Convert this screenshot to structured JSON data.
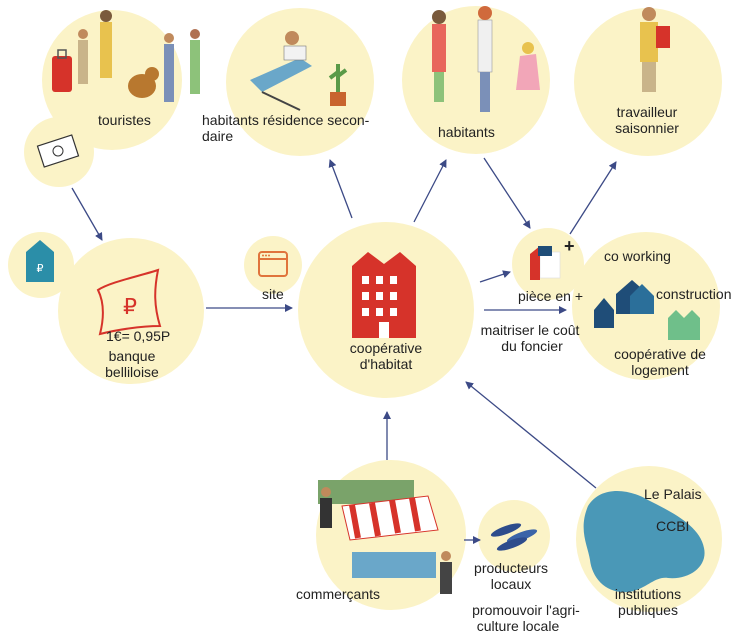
{
  "colors": {
    "circle": "#fbf3c7",
    "arrow": "#3c4a86",
    "cooperative_red": "#d6332a",
    "map_blue": "#4a98b7",
    "house_teal": "#2b8ea8",
    "house_navy": "#1f4d78",
    "house_green": "#6fbf8a",
    "site_orange": "#e0743c"
  },
  "nodes": {
    "touristes": "touristes",
    "residence_line1": "habitants résidence secon-",
    "residence_line2": "daire",
    "habitants": "habitants",
    "travailleur_line1": "travailleur",
    "travailleur_line2": "saisonnier",
    "banque_rate": "1€= 0,95P",
    "banque_line1": "banque",
    "banque_line2": "belliloise",
    "site": "site",
    "coop_line1": "coopérative",
    "coop_line2": "d'habitat",
    "maitriser_line1": "maitriser le coût",
    "maitriser_line2": "du foncier",
    "piece": "pièce en +",
    "plus": "+",
    "coworking": "co working",
    "construction": "construction",
    "coop_logement_line1": "coopérative de",
    "coop_logement_line2": "logement",
    "commercants": "commerçants",
    "producteurs_line1": "producteurs",
    "producteurs_line2": "locaux",
    "promouvoir_line1": "promouvoir l'agri-",
    "promouvoir_line2": "culture locale",
    "le_palais": "Le Palais",
    "ccbi": "CCBI",
    "institutions_line1": "institutions",
    "institutions_line2": "publiques"
  },
  "icons": [
    "euro-note-icon",
    "ruble-house-icon",
    "ruble-note-icon",
    "browser-window-icon",
    "red-building-icon",
    "houses-icon",
    "belle-ile-map-icon",
    "market-stall-icon",
    "fish-icon",
    "people-illustration"
  ]
}
